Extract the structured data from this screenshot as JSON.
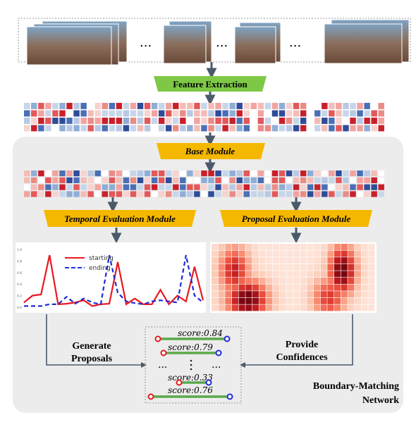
{
  "feature_extraction": {
    "label": "Feature Extraction",
    "color": "#7ec846"
  },
  "base_module": {
    "label": "Base Module",
    "color": "#f5b800"
  },
  "temporal_module": {
    "label": "Temporal Evaluation Module",
    "color": "#f5b800"
  },
  "proposal_module": {
    "label": "Proposal Evaluation Module",
    "color": "#f5b800"
  },
  "ellipsis": "...",
  "chart": {
    "y_ticks": [
      "1.0",
      "0.8",
      "0.6",
      "0.4",
      "0.2",
      "0.0"
    ],
    "legend": [
      {
        "label": "starting",
        "color": "#e8191f",
        "dash": false
      },
      {
        "label": "ending",
        "color": "#1f2bd6",
        "dash": true
      }
    ],
    "starting": [
      0.08,
      0.2,
      0.22,
      0.9,
      0.05,
      0.06,
      0.08,
      0.12,
      0.02,
      0.05,
      0.06,
      0.78,
      0.05,
      0.15,
      0.05,
      0.05,
      0.3,
      0.05,
      0.2,
      0.1,
      0.7,
      0.12
    ],
    "ending": [
      0.02,
      0.02,
      0.02,
      0.05,
      0.05,
      0.18,
      0.06,
      0.15,
      0.08,
      0.05,
      0.9,
      0.25,
      0.1,
      0.07,
      0.05,
      0.1,
      0.12,
      0.1,
      0.08,
      0.9,
      0.2,
      0.08
    ]
  },
  "generate_label": [
    "Generate",
    "Proposals"
  ],
  "provide_label": [
    "Provide",
    "Confidences"
  ],
  "network_label": [
    "Boundary-Matching",
    "Network"
  ],
  "proposals": [
    {
      "score": "score:0.84"
    },
    {
      "score": "score:0.79"
    },
    {
      "score": "score:0.33"
    },
    {
      "score": "score:0.76"
    }
  ],
  "colors": {
    "panel_bg": "#ececec",
    "arrow": "#4a5a6a",
    "proposal_bar": "#5aa84a",
    "start_dot": "#e8191f",
    "end_dot": "#1f2bd6"
  }
}
